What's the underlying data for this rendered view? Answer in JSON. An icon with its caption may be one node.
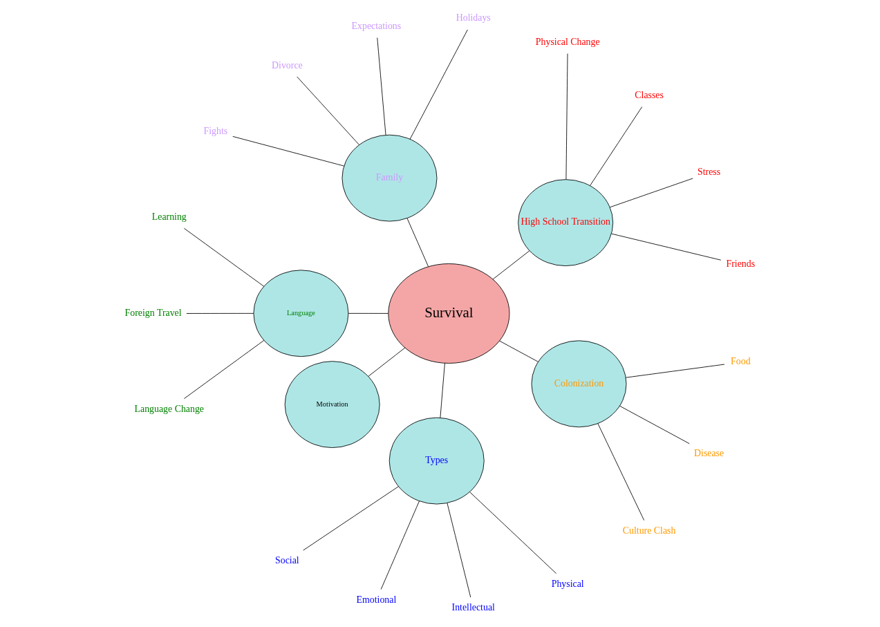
{
  "diagram": {
    "nodes": [
      {
        "text": [
          "Survival"
        ]
      },
      {
        "text": [
          "High School Transition"
        ]
      },
      {
        "text": [
          "Friends"
        ]
      },
      {
        "text": [
          "Stress"
        ]
      },
      {
        "text": [
          "Classes"
        ]
      },
      {
        "text": [
          "Physical Change"
        ]
      },
      {
        "text": [
          "Family"
        ]
      },
      {
        "text": [
          "Holidays"
        ]
      },
      {
        "text": [
          "Expectations"
        ]
      },
      {
        "text": [
          "Divorce"
        ]
      },
      {
        "text": [
          "Fights"
        ]
      },
      {
        "text": [
          "Language"
        ]
      },
      {
        "text": [
          "Learning"
        ]
      },
      {
        "text": [
          "Foreign Travel"
        ]
      },
      {
        "text": [
          "Language Change"
        ]
      },
      {
        "text": [
          "Motivation"
        ]
      },
      {
        "text": [
          "Types"
        ]
      },
      {
        "text": [
          "Social"
        ]
      },
      {
        "text": [
          "Emotional"
        ]
      },
      {
        "text": [
          "Intellectual"
        ]
      },
      {
        "text": [
          "Physical"
        ]
      },
      {
        "text": [
          "Colonization"
        ]
      },
      {
        "text": [
          "Culture Clash"
        ]
      },
      {
        "text": [
          "Disease"
        ]
      },
      {
        "text": [
          "Food"
        ]
      }
    ],
    "edges": [
      {
        "from": 0,
        "to": 1,
        "arrow": "none"
      },
      {
        "from": 0,
        "to": 6,
        "arrow": "none"
      },
      {
        "from": 0,
        "to": 21,
        "arrow": "none"
      },
      {
        "from": 0,
        "to": 16,
        "arrow": "none"
      },
      {
        "from": 0,
        "to": 15,
        "arrow": "none"
      },
      {
        "from": 0,
        "to": 11,
        "arrow": "none"
      },
      {
        "from": 1,
        "to": 2,
        "arrow": "none"
      },
      {
        "from": 1,
        "to": 3,
        "arrow": "none"
      },
      {
        "from": 1,
        "to": 4,
        "arrow": "none"
      },
      {
        "from": 1,
        "to": 5,
        "arrow": "none"
      },
      {
        "from": 6,
        "to": 7,
        "arrow": "none"
      },
      {
        "from": 6,
        "to": 8,
        "arrow": "none"
      },
      {
        "from": 6,
        "to": 9,
        "arrow": "none"
      },
      {
        "from": 6,
        "to": 10,
        "arrow": "none"
      },
      {
        "from": 11,
        "to": 12,
        "arrow": "none"
      },
      {
        "from": 11,
        "to": 13,
        "arrow": "none"
      },
      {
        "from": 11,
        "to": 14,
        "arrow": "none"
      },
      {
        "from": 16,
        "to": 17,
        "arrow": "none"
      },
      {
        "from": 16,
        "to": 18,
        "arrow": "none"
      },
      {
        "from": 16,
        "to": 19,
        "arrow": "none"
      },
      {
        "from": 16,
        "to": 20,
        "arrow": "none"
      },
      {
        "from": 21,
        "to": 22,
        "arrow": "none"
      },
      {
        "from": 21,
        "to": 23,
        "arrow": "none"
      },
      {
        "from": 21,
        "to": 24,
        "arrow": "none"
      }
    ]
  }
}
